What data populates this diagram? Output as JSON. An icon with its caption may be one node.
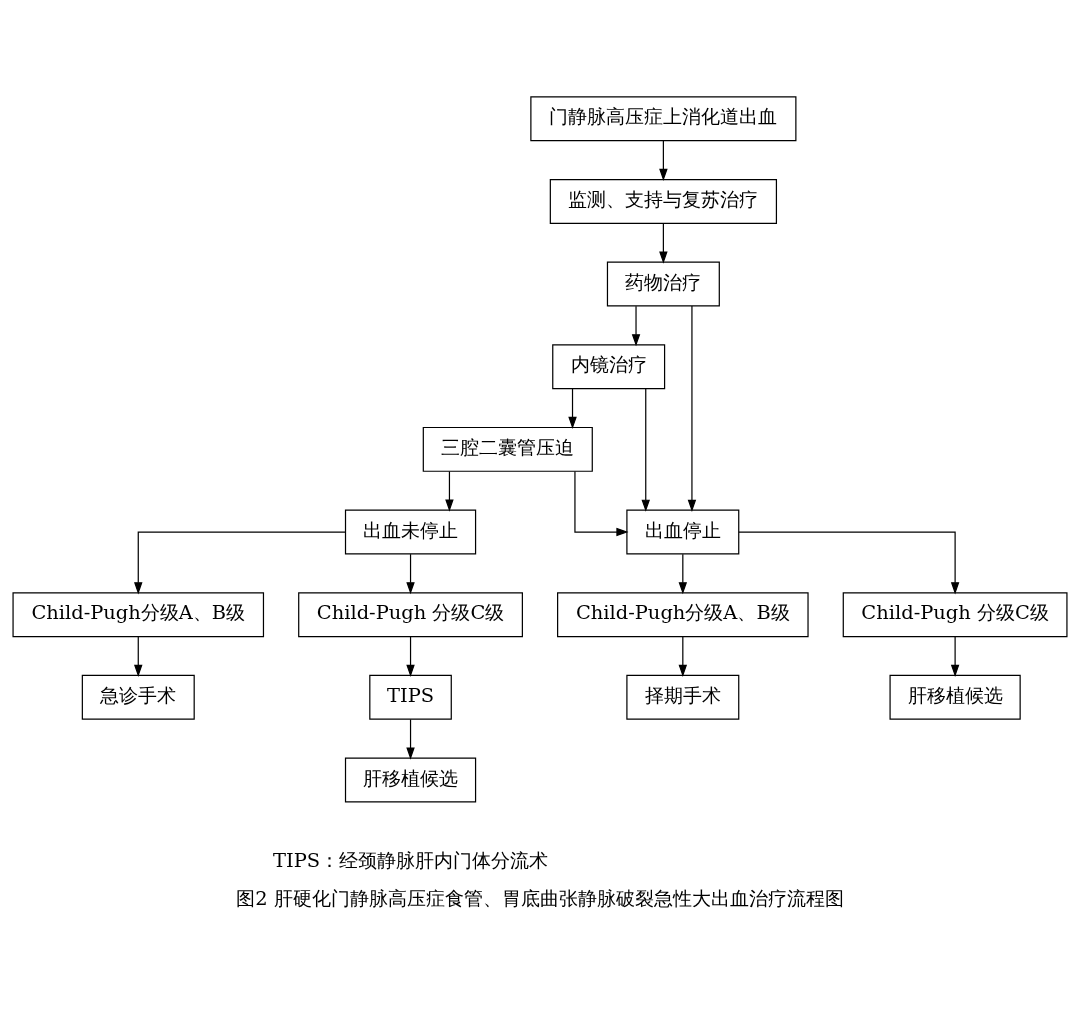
{
  "diagram": {
    "caption": "图2 肝硬化门静脉高压症食管、胃底曲张静脉破裂急性大出血治疗流程图",
    "nodes": [
      {
        "text": [
          "门静脉高压症上消化道出血"
        ]
      },
      {
        "text": [
          "监测、支持与复苏治疗"
        ]
      },
      {
        "text": [
          "药物治疗"
        ]
      },
      {
        "text": [
          "内镜治疗"
        ]
      },
      {
        "text": [
          "三腔二囊管压迫"
        ]
      },
      {
        "text": [
          "出血未停止"
        ]
      },
      {
        "text": [
          "出血停止"
        ]
      },
      {
        "text": [
          "Child-Pugh分级A、B级"
        ]
      },
      {
        "text": [
          "Child-Pugh 分级C级"
        ]
      },
      {
        "text": [
          "Child-Pugh分级A、B级"
        ]
      },
      {
        "text": [
          "Child-Pugh 分级C级"
        ]
      },
      {
        "text": [
          "急诊手术"
        ]
      },
      {
        "text": [
          "TIPS"
        ]
      },
      {
        "text": [
          "择期手术"
        ]
      },
      {
        "text": [
          "肝移植候选"
        ]
      },
      {
        "text": [
          "肝移植候选"
        ]
      }
    ],
    "edges": [
      {
        "from": 0,
        "to": 1,
        "arrow": "to"
      },
      {
        "from": 1,
        "to": 2,
        "arrow": "to"
      },
      {
        "from": 2,
        "to": 3,
        "arrow": "to"
      },
      {
        "from": 3,
        "to": 4,
        "arrow": "to"
      },
      {
        "from": 4,
        "to": 5,
        "arrow": "to"
      },
      {
        "from": 2,
        "to": 6,
        "arrow": "to"
      },
      {
        "from": 3,
        "to": 6,
        "arrow": "to"
      },
      {
        "from": 4,
        "to": 6,
        "arrow": "to"
      },
      {
        "from": 5,
        "to": 7,
        "arrow": "to"
      },
      {
        "from": 5,
        "to": 8,
        "arrow": "to"
      },
      {
        "from": 6,
        "to": 9,
        "arrow": "to"
      },
      {
        "from": 6,
        "to": 10,
        "arrow": "to"
      },
      {
        "from": 7,
        "to": 11,
        "arrow": "to"
      },
      {
        "from": 8,
        "to": 12,
        "arrow": "to"
      },
      {
        "from": 9,
        "to": 13,
        "arrow": "to"
      },
      {
        "from": 10,
        "to": 14,
        "arrow": "to"
      },
      {
        "from": 12,
        "to": 15,
        "arrow": "to"
      }
    ],
    "labels": [
      "TIPS：经颈静脉肝内门体分流术"
    ]
  }
}
